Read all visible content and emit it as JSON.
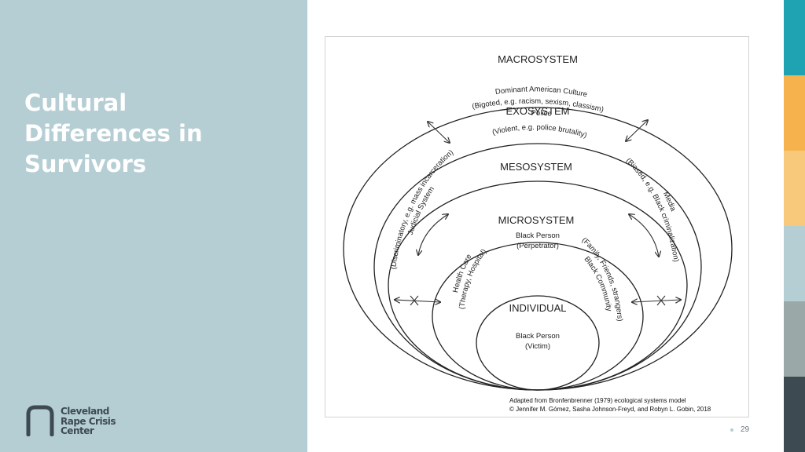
{
  "slide": {
    "title_lines": [
      "Cultural",
      "Differences in",
      "Survivors"
    ],
    "page_number": "29"
  },
  "logo": {
    "lines": [
      "Cleveland",
      "Rape Crisis",
      "Center"
    ]
  },
  "diagram": {
    "macrosystem": {
      "title": "MACROSYSTEM",
      "line1": "Dominant American Culture",
      "line2": "(Bigoted, e.g. racism, sexism, classism)"
    },
    "exosystem": {
      "title": "EXOSYSTEM",
      "line1": "Police",
      "line2": "(Violent, e.g. police brutality)",
      "left_line1": "Judicial System",
      "left_line2": "(Discriminatory, e.g. mass incarceration)",
      "right_line1": "Media",
      "right_line2": "(Biased, e.g. Black criminalization)"
    },
    "mesosystem": {
      "title": "MESOSYSTEM"
    },
    "microsystem": {
      "title": "MICROSYSTEM",
      "line1": "Black Person",
      "line2": "(Perpetrator)",
      "left_line1": "Health Care",
      "left_line2": "(Therapy, Hospital)",
      "right_line1": "Black Community",
      "right_line2": "(Family, Friends, strangers)"
    },
    "individual": {
      "title": "INDIVIDUAL",
      "line1": "Black Person",
      "line2": "(Victim)"
    },
    "credit_line1": "Adapted from Bronfenbrenner (1979) ecological systems model",
    "credit_line2": "© Jennifer M. Gómez, Sasha Johnson-Freyd, and Robyn L. Gobin, 2018"
  },
  "colors": {
    "panel": "#b5ced4",
    "strip": [
      "#1fa3b3",
      "#f6b24d",
      "#f9c97b",
      "#b5ced4",
      "#9aa9a8",
      "#3d4a52"
    ]
  }
}
